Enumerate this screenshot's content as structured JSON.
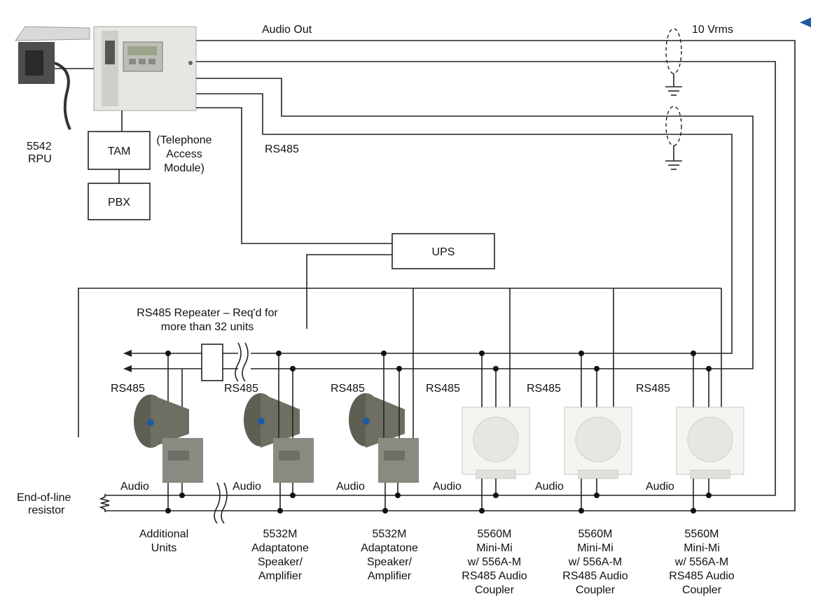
{
  "labels": {
    "audio_out": "Audio Out",
    "vrms": "10 Vrms",
    "rs485_top": "RS485",
    "tam": "TAM",
    "pbx": "PBX",
    "ups": "UPS",
    "rpu_1": "5542",
    "rpu_2": "RPU",
    "tam_desc_1": "(Telephone",
    "tam_desc_2": "Access",
    "tam_desc_3": "Module)",
    "repeater_1": "RS485 Repeater – Req'd for",
    "repeater_2": "more than 32 units",
    "rs485": "RS485",
    "audio": "Audio",
    "eol_1": "End-of-line",
    "eol_2": "resistor",
    "additional_1": "Additional",
    "additional_2": "Units"
  },
  "devices": [
    {
      "kind": "horn",
      "rs485": "RS485",
      "audio": "Audio",
      "caption": []
    },
    {
      "kind": "horn",
      "rs485": "RS485",
      "audio": "Audio",
      "caption": [
        "5532M",
        "Adaptatone",
        "Speaker/",
        "Amplifier"
      ]
    },
    {
      "kind": "horn",
      "rs485": "RS485",
      "audio": "Audio",
      "caption": [
        "5532M",
        "Adaptatone",
        "Speaker/",
        "Amplifier"
      ]
    },
    {
      "kind": "speaker",
      "rs485": "RS485",
      "audio": "Audio",
      "caption": [
        "5560M",
        "Mini-Mi",
        "w/ 556A-M",
        "RS485 Audio",
        "Coupler"
      ]
    },
    {
      "kind": "speaker",
      "rs485": "RS485",
      "audio": "Audio",
      "caption": [
        "5560M",
        "Mini-Mi",
        "w/ 556A-M",
        "RS485 Audio",
        "Coupler"
      ]
    },
    {
      "kind": "speaker",
      "rs485": "RS485",
      "audio": "Audio",
      "caption": [
        "5560M",
        "Mini-Mi",
        "w/ 556A-M",
        "RS485 Audio",
        "Coupler"
      ]
    }
  ],
  "colors": {
    "wire": "#222222",
    "panel": "#e6e6e2",
    "horn": "#5f5e52",
    "speaker": "#f4f4f0",
    "marker": "#1c5aa6"
  }
}
